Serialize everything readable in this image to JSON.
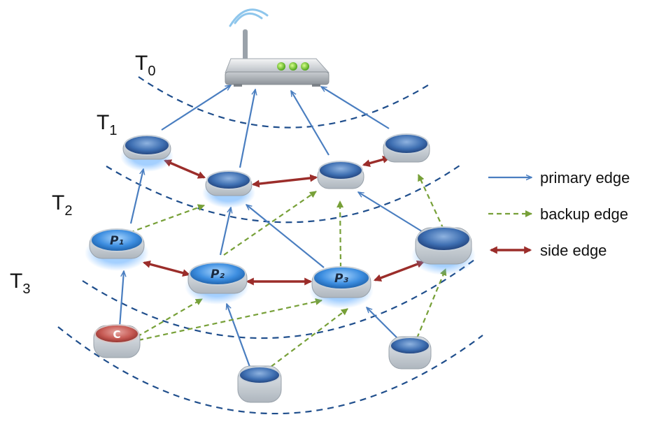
{
  "tiers": [
    {
      "letter": "T",
      "sub": "0"
    },
    {
      "letter": "T",
      "sub": "1"
    },
    {
      "letter": "T",
      "sub": "2"
    },
    {
      "letter": "T",
      "sub": "3"
    }
  ],
  "legend": {
    "primary": "primary edge",
    "backup": "backup edge",
    "side": "side edge"
  },
  "nodes": {
    "p1": "P₁",
    "p2": "P₂",
    "p3": "P₃",
    "c": "C"
  },
  "colors": {
    "primary": "#4a7ec0",
    "backup": "#77a038",
    "side": "#9b2d2a",
    "tier_boundary": "#1f4e8c"
  }
}
